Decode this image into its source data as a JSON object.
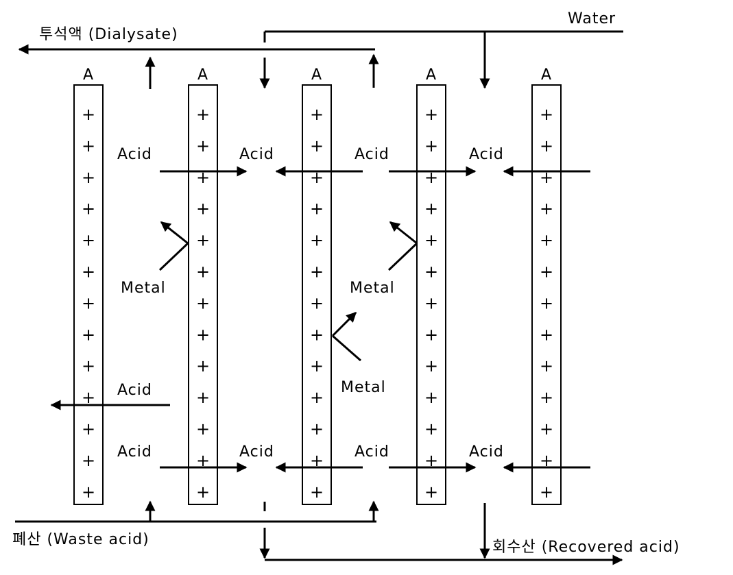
{
  "labels": {
    "dialysate": "투석액 (Dialysate)",
    "water": "Water",
    "waste_acid": "폐산 (Waste acid)",
    "recovered_acid": "회수산 (Recovered acid)",
    "membrane": "A",
    "acid": "Acid",
    "metal": "Metal",
    "plus": "+"
  },
  "membranes": [
    {
      "label": "A"
    },
    {
      "label": "A"
    },
    {
      "label": "A"
    },
    {
      "label": "A"
    },
    {
      "label": "A"
    }
  ],
  "colors": {
    "line": "#000000",
    "background": "#ffffff"
  }
}
